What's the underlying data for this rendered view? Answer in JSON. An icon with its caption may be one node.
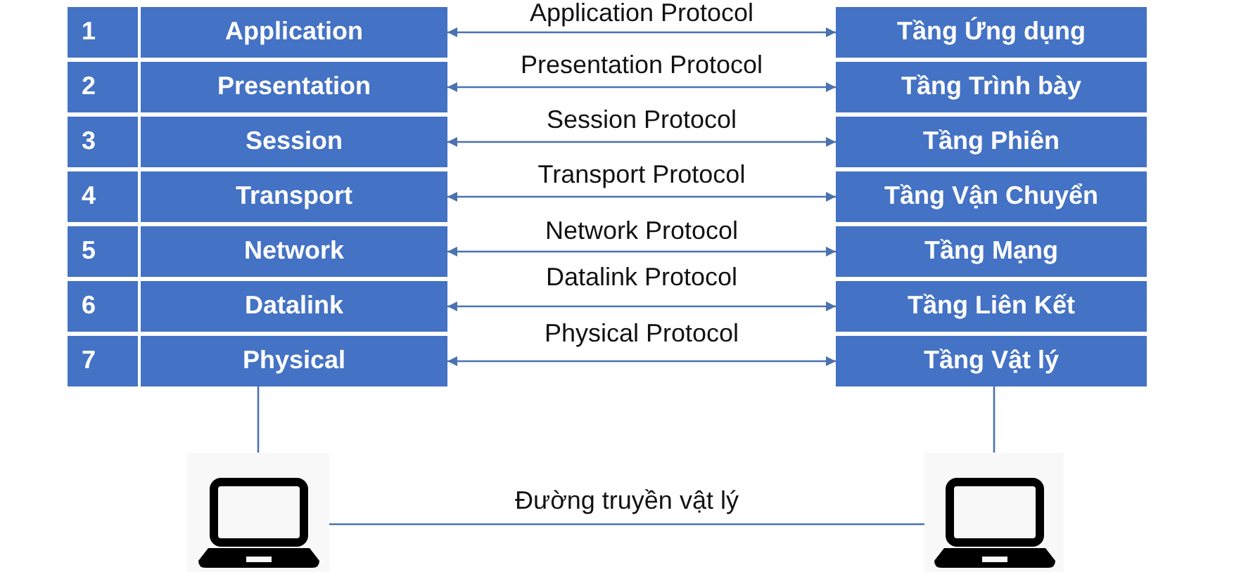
{
  "diagram": {
    "nodes": [
      {
        "text": [
          "1"
        ]
      },
      {
        "text": [
          "Application"
        ]
      },
      {
        "text": [
          "Tầng Ứng dụng"
        ]
      },
      {
        "text": [
          "2"
        ]
      },
      {
        "text": [
          "Presentation"
        ]
      },
      {
        "text": [
          "Tầng Trình bày"
        ]
      },
      {
        "text": [
          "3"
        ]
      },
      {
        "text": [
          "Session"
        ]
      },
      {
        "text": [
          "Tầng Phiên"
        ]
      },
      {
        "text": [
          "4"
        ]
      },
      {
        "text": [
          "Transport"
        ]
      },
      {
        "text": [
          "Tầng Vận Chuyển"
        ]
      },
      {
        "text": [
          "5"
        ]
      },
      {
        "text": [
          "Network"
        ]
      },
      {
        "text": [
          "Tầng Mạng"
        ]
      },
      {
        "text": [
          "6"
        ]
      },
      {
        "text": [
          "Datalink"
        ]
      },
      {
        "text": [
          "Tầng Liên Kết"
        ]
      },
      {
        "text": [
          "7"
        ]
      },
      {
        "text": [
          "Physical"
        ]
      },
      {
        "text": [
          "Tầng Vật lý"
        ]
      },
      {
        "text": [],
        "shape": "laptop"
      },
      {
        "text": [],
        "shape": "laptop"
      }
    ],
    "edges": [
      {
        "from": 1,
        "to": 2,
        "arrow": "both",
        "label": "Application Protocol"
      },
      {
        "from": 4,
        "to": 5,
        "arrow": "both",
        "label": "Presentation Protocol"
      },
      {
        "from": 7,
        "to": 8,
        "arrow": "both",
        "label": "Session Protocol"
      },
      {
        "from": 10,
        "to": 11,
        "arrow": "both",
        "label": "Transport Protocol"
      },
      {
        "from": 13,
        "to": 14,
        "arrow": "both",
        "label": "Network Protocol"
      },
      {
        "from": 16,
        "to": 17,
        "arrow": "both",
        "label": "Datalink Protocol"
      },
      {
        "from": 19,
        "to": 20,
        "arrow": "both",
        "label": "Physical Protocol"
      },
      {
        "from": 19,
        "to": 21,
        "arrow": "none"
      },
      {
        "from": 20,
        "to": 22,
        "arrow": "none"
      },
      {
        "from": 21,
        "to": 22,
        "arrow": "none",
        "label": "Đường truyền vật lý"
      }
    ]
  }
}
